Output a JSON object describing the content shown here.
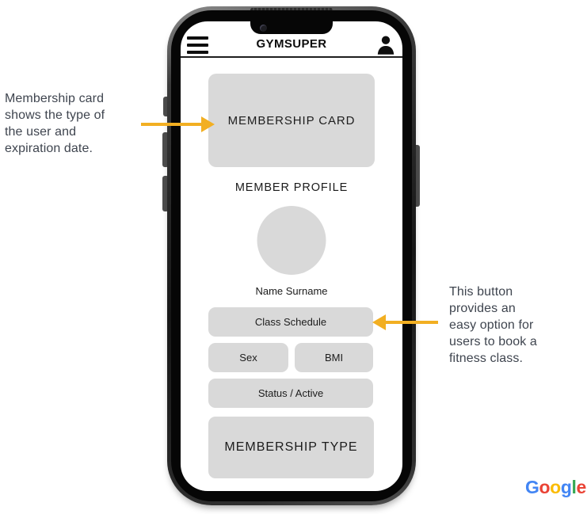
{
  "phone": {
    "header": {
      "title": "GYMSUPER",
      "menu_icon": "hamburger-icon",
      "profile_icon": "person-icon"
    },
    "screen": {
      "membership_card_label": "MEMBERSHIP CARD",
      "member_profile_title": "MEMBER PROFILE",
      "avatar": "avatar-placeholder-circle",
      "member_name": "Name Surname",
      "class_schedule_label": "Class Schedule",
      "sex_label": "Sex",
      "bmi_label": "BMI",
      "status_label": "Status / Active",
      "membership_type_label": "MEMBERSHIP TYPE"
    },
    "colors": {
      "placeholder_gray": "#D9D9D9",
      "frame_black": "#161616",
      "screen_white": "#FFFFFF"
    }
  },
  "annotations": {
    "left": {
      "text": "Membership card shows the type of the user and expiration date.",
      "lines": [
        "Membership card",
        "shows the type of",
        "the user and",
        "expiration date."
      ]
    },
    "right": {
      "text": "This button provides an easy option for users to book a fitness class.",
      "lines": [
        "This button",
        "provides an",
        "easy option for",
        "users to book a",
        "fitness class."
      ]
    },
    "arrow_color": "#F2AF22",
    "text_color": "#3F454F"
  },
  "branding": {
    "google": {
      "word": "Google",
      "letters": [
        {
          "ch": "G",
          "color": "#4285F4"
        },
        {
          "ch": "o",
          "color": "#EA4335"
        },
        {
          "ch": "o",
          "color": "#FBBC05"
        },
        {
          "ch": "g",
          "color": "#4285F4"
        },
        {
          "ch": "l",
          "color": "#34A853"
        },
        {
          "ch": "e",
          "color": "#EA4335"
        }
      ]
    }
  }
}
